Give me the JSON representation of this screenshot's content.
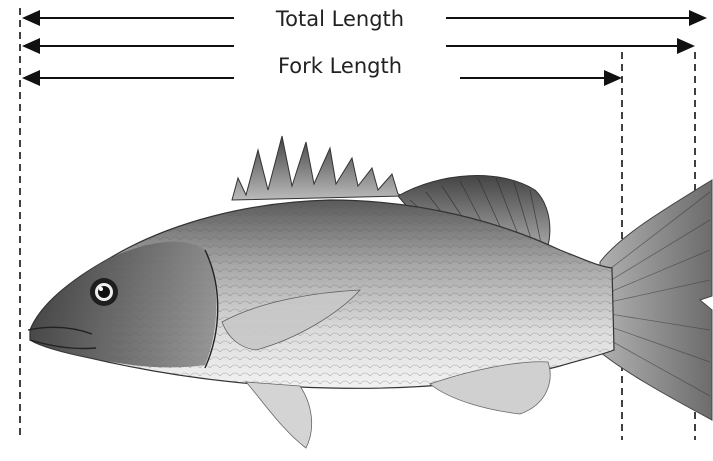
{
  "labels": {
    "total_length": "Total Length",
    "fork_length": "Fork Length"
  },
  "measurements": [
    {
      "name": "Total Length",
      "arrow_count": 2
    },
    {
      "name": "Fork Length",
      "arrow_count": 1
    }
  ],
  "subject": {
    "icon": "fish-illustration-icon"
  },
  "colors": {
    "line": "#111111",
    "text": "#222222",
    "fish_dark": "#3a3a3a",
    "fish_mid": "#9a9a9a",
    "fish_light": "#e6e6e6"
  }
}
